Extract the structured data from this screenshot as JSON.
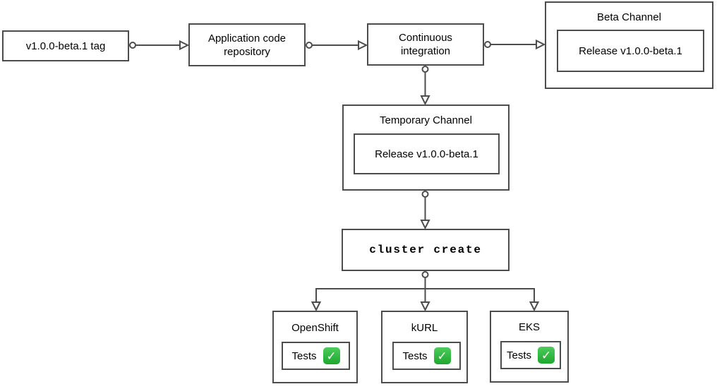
{
  "diagram": {
    "type": "flowchart",
    "background_color": "#ffffff",
    "stroke_color": "#4d4d4d",
    "text_color": "#000000",
    "check_green_color": "#2db33d",
    "nodes": {
      "tag": {
        "label": "v1.0.0-beta.1 tag"
      },
      "app_repo": {
        "label": "Application code repository"
      },
      "ci": {
        "label": "Continuous integration"
      },
      "beta_channel": {
        "title": "Beta Channel",
        "release_label": "Release v1.0.0-beta.1"
      },
      "temp_channel": {
        "title": "Temporary Channel",
        "release_label": "Release v1.0.0-beta.1"
      },
      "cluster_create": {
        "label": "cluster create"
      },
      "clusters": [
        {
          "title": "OpenShift",
          "tests_label": "Tests",
          "status_icon": "check-mark-button",
          "status_glyph": "✓"
        },
        {
          "title": "kURL",
          "tests_label": "Tests",
          "status_icon": "check-mark-button",
          "status_glyph": "✓"
        },
        {
          "title": "EKS",
          "tests_label": "Tests",
          "status_icon": "check-mark-button",
          "status_glyph": "✓"
        }
      ]
    },
    "edges": [
      "tag -> app_repo",
      "app_repo -> ci",
      "ci -> beta_channel",
      "ci -> temp_channel",
      "temp_channel -> cluster_create",
      "cluster_create -> OpenShift",
      "cluster_create -> kURL",
      "cluster_create -> EKS"
    ]
  }
}
